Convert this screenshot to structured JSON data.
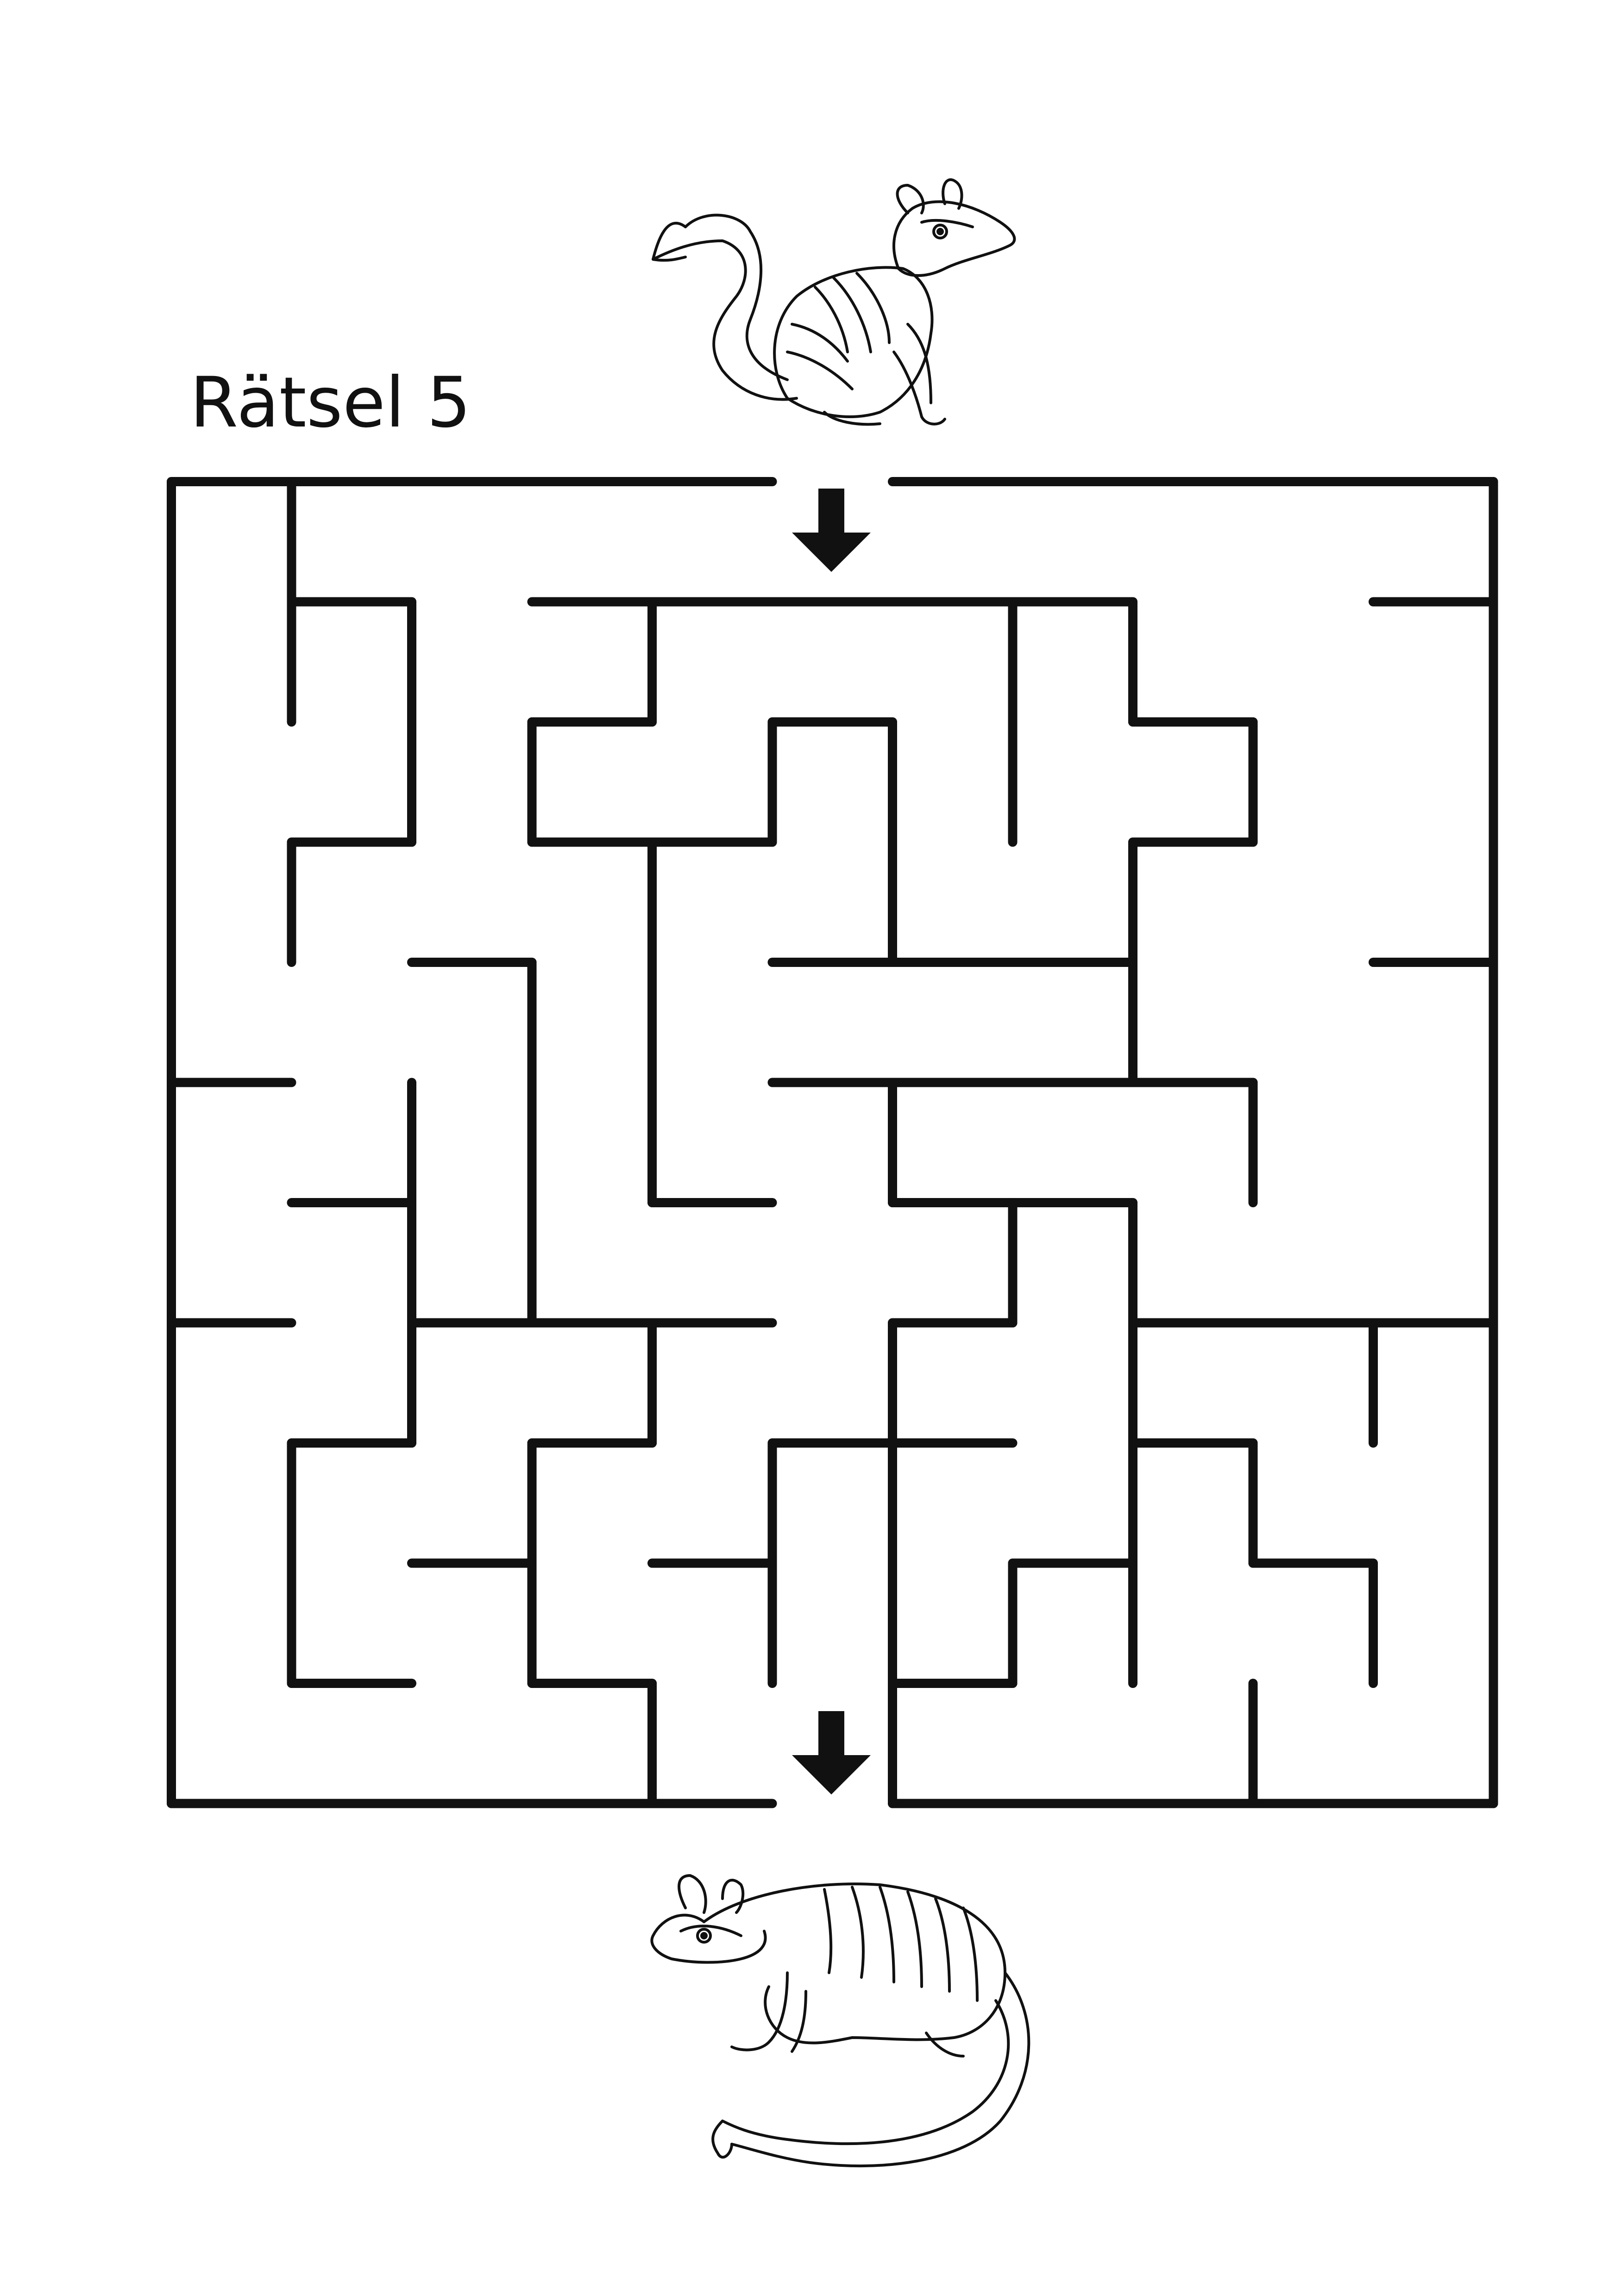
{
  "title": "Rätsel 5",
  "colors": {
    "ink": "#111111",
    "background": "#ffffff"
  },
  "maze": {
    "rows": 11,
    "cols": 11,
    "entrance": {
      "side": "top",
      "col": 5
    },
    "exit": {
      "side": "bottom",
      "col": 5
    }
  },
  "illustrations": [
    {
      "name": "numbat-sitting-top",
      "icon": "numbat-outline"
    },
    {
      "name": "numbat-standing-bottom",
      "icon": "numbat-outline"
    }
  ],
  "arrows": [
    {
      "name": "entrance-arrow",
      "direction": "down"
    },
    {
      "name": "exit-arrow",
      "direction": "down"
    }
  ]
}
